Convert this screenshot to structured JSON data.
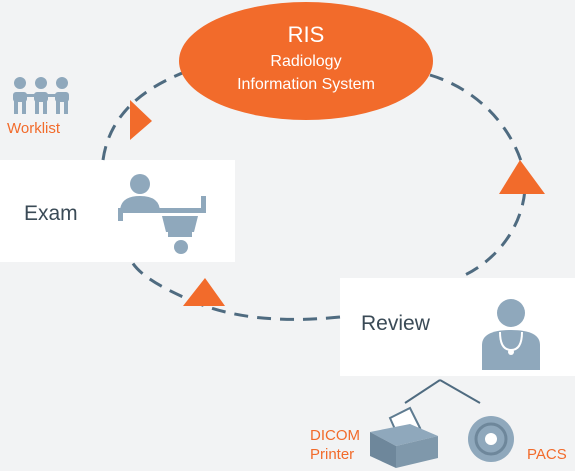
{
  "ris": {
    "title": "RIS",
    "subtitle_line1": "Radiology",
    "subtitle_line2": "Information System"
  },
  "worklist": {
    "label": "Worklist"
  },
  "exam": {
    "label": "Exam"
  },
  "review": {
    "label": "Review"
  },
  "dicom_printer": {
    "line1": "DICOM",
    "line2": "Printer"
  },
  "pacs": {
    "label": "PACS"
  },
  "colors": {
    "orange": "#f26b2b",
    "slate": "#8fa8bc",
    "dash": "#4f6b80",
    "background": "#f2f3f4",
    "panel": "#ffffff"
  }
}
